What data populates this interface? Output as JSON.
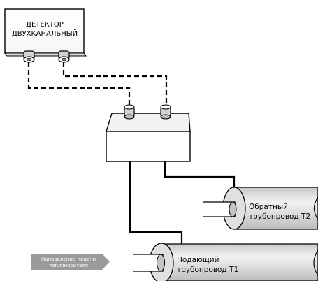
{
  "detector": {
    "line1": "ДЕТЕКТОР",
    "line2": "ДВУХКАНАЛЬНЫЙ"
  },
  "return_pipe": {
    "line1": "Обратный",
    "line2": "трубопровод Т2"
  },
  "supply_pipe": {
    "line1": "Подающий",
    "line2": "трубопровод Т1"
  },
  "flow_arrow": {
    "line1": "Направление подачи",
    "line2": "теплоносителя"
  },
  "colors": {
    "box_stroke": "#000000",
    "pipe_fill": "#e3e3e3",
    "pipe_end_fill": "#c4c4c4",
    "connector_fill": "#d2d2d2",
    "arrow_fill": "#9a9a9a"
  }
}
